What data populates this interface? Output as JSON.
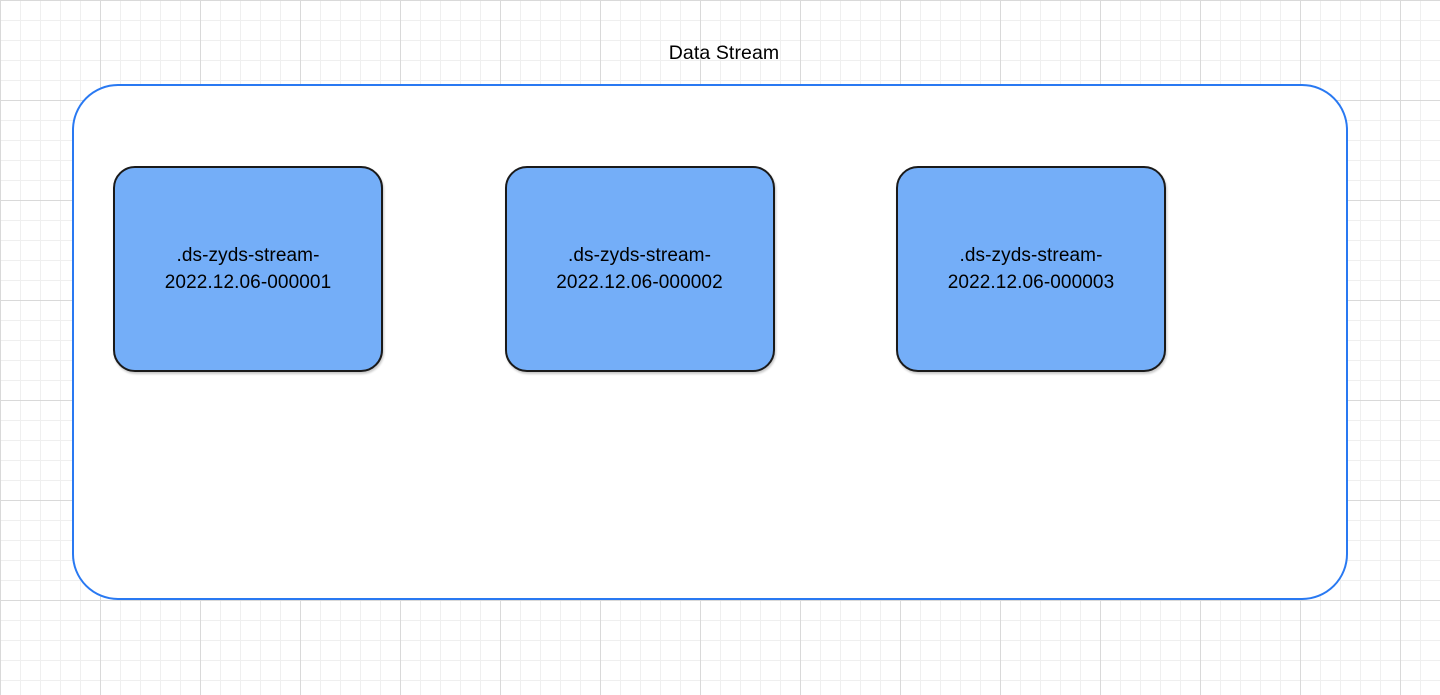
{
  "diagram": {
    "title": "Data Stream",
    "container": {
      "name": "data-stream-container",
      "border_color": "#2979f2",
      "fill_color": "#ffffff"
    },
    "backing_indices": [
      {
        "label": ".ds-zyds-stream-\n2022.12.06-000001",
        "line1": ".ds-zyds-stream-",
        "line2": "2022.12.06-000001",
        "fill_color": "#74aef8",
        "border_color": "#1a1a1a"
      },
      {
        "label": ".ds-zyds-stream-\n2022.12.06-000002",
        "line1": ".ds-zyds-stream-",
        "line2": "2022.12.06-000002",
        "fill_color": "#74aef8",
        "border_color": "#1a1a1a"
      },
      {
        "label": ".ds-zyds-stream-\n2022.12.06-000003",
        "line1": ".ds-zyds-stream-",
        "line2": "2022.12.06-000003",
        "fill_color": "#74aef8",
        "border_color": "#1a1a1a"
      }
    ],
    "canvas": {
      "background_color": "#ffffff",
      "grid_minor_color": "#efefef",
      "grid_major_color": "#d9d9d9"
    }
  }
}
